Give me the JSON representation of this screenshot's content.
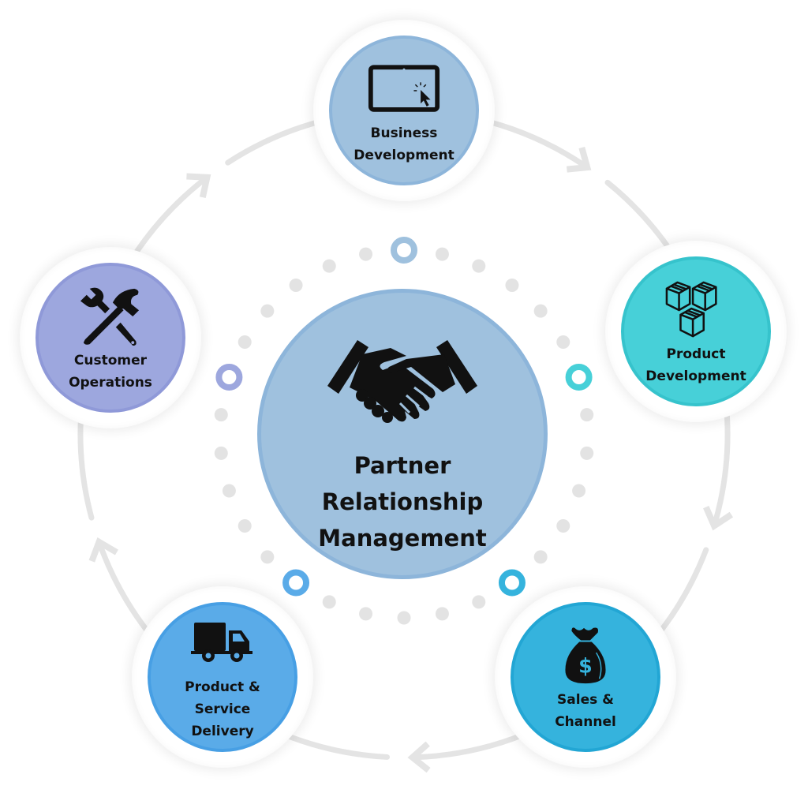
{
  "diagram": {
    "center": {
      "label": "Partner\nRelationship\nManagement",
      "icon": "handshake-icon",
      "color": "#9fc1de"
    },
    "nodes": [
      {
        "id": "business-development",
        "label": "Business\nDevelopment",
        "icon": "tablet-click-icon",
        "color": "#9fc1de",
        "border": "#8db5da"
      },
      {
        "id": "product-development",
        "label": "Product\nDevelopment",
        "icon": "boxes-icon",
        "color": "#47d0d8",
        "border": "#36c3cc"
      },
      {
        "id": "sales-channel",
        "label": "Sales &\nChannel",
        "icon": "money-bag-icon",
        "color": "#35b3dd",
        "border": "#22a6d4"
      },
      {
        "id": "product-service-delivery",
        "label": "Product &\nService\nDelivery",
        "icon": "delivery-truck-icon",
        "color": "#5aabe8",
        "border": "#479fe4"
      },
      {
        "id": "customer-operations",
        "label": "Customer\nOperations",
        "icon": "tools-icon",
        "color": "#9da7de",
        "border": "#8f99d8"
      }
    ],
    "flow": [
      "business-development",
      "product-development",
      "sales-channel",
      "product-service-delivery",
      "customer-operations",
      "business-development"
    ],
    "track_color": "#e4e4e4",
    "dot_color": "#e3e3e3"
  }
}
